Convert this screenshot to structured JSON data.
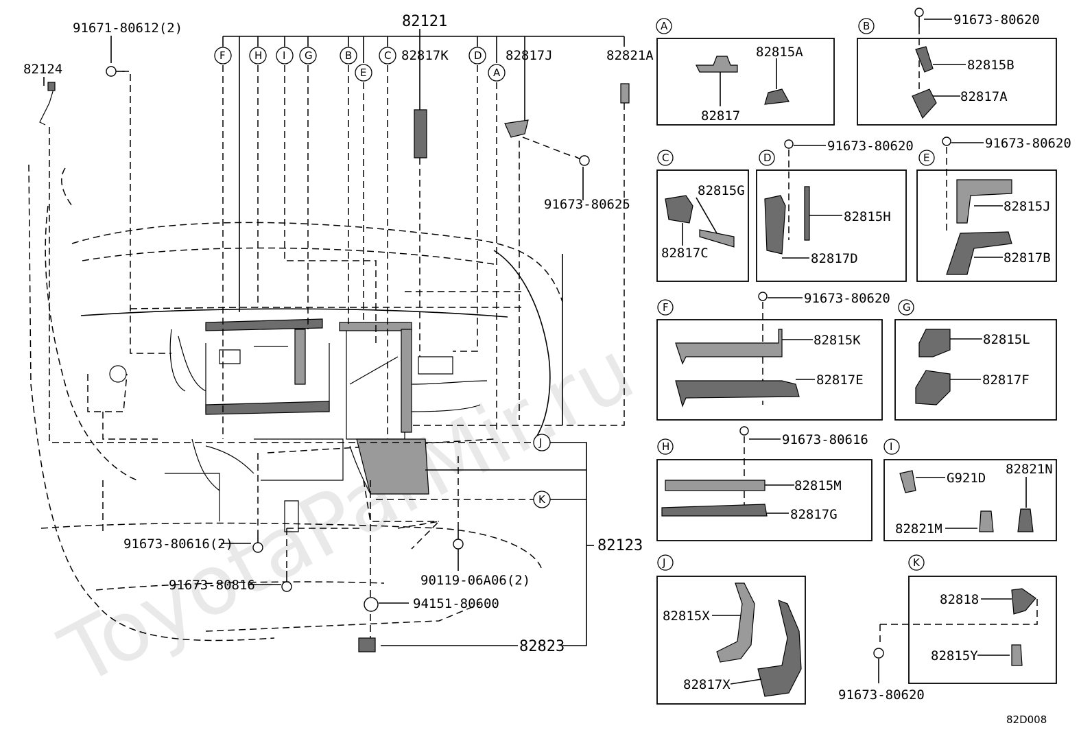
{
  "watermark": "ToyotaParMir.ru",
  "diagram_code": "82D008",
  "main": {
    "top_part": "82121",
    "harness_parts": [
      "82817K",
      "82817J",
      "82821A"
    ],
    "left_parts": [
      "82124",
      "91671-80612(2)"
    ],
    "callouts_top": [
      "F",
      "H",
      "I",
      "G",
      "B",
      "E",
      "C",
      "D",
      "A"
    ],
    "bolt_right": "91673-80625",
    "bottom_labels": [
      "91673-80616(2)",
      "91673-80816",
      "90119-06A06(2)",
      "94151-80600",
      "82823"
    ],
    "callouts_right": [
      "J",
      "K"
    ],
    "harness_group": "82123"
  },
  "boxes": {
    "A": {
      "letter": "A",
      "parts": [
        "82815A",
        "82817"
      ]
    },
    "B": {
      "letter": "B",
      "bolt": "91673-80620",
      "parts": [
        "82815B",
        "82817A"
      ]
    },
    "C": {
      "letter": "C",
      "parts": [
        "82815G",
        "82817C"
      ]
    },
    "D": {
      "letter": "D",
      "bolt": "91673-80620",
      "parts": [
        "82815H",
        "82817D"
      ]
    },
    "E": {
      "letter": "E",
      "bolt": "91673-80620",
      "parts": [
        "82815J",
        "82817B"
      ]
    },
    "F": {
      "letter": "F",
      "bolt": "91673-80620",
      "parts": [
        "82815K",
        "82817E"
      ]
    },
    "G": {
      "letter": "G",
      "parts": [
        "82815L",
        "82817F"
      ]
    },
    "H": {
      "letter": "H",
      "bolt": "91673-80616",
      "parts": [
        "82815M",
        "82817G"
      ]
    },
    "I": {
      "letter": "I",
      "parts": [
        "G921D",
        "82821N",
        "82821M"
      ]
    },
    "J": {
      "letter": "J",
      "parts": [
        "82815X",
        "82817X"
      ]
    },
    "K": {
      "letter": "K",
      "bolt": "91673-80620",
      "parts": [
        "82818",
        "82815Y"
      ]
    }
  }
}
